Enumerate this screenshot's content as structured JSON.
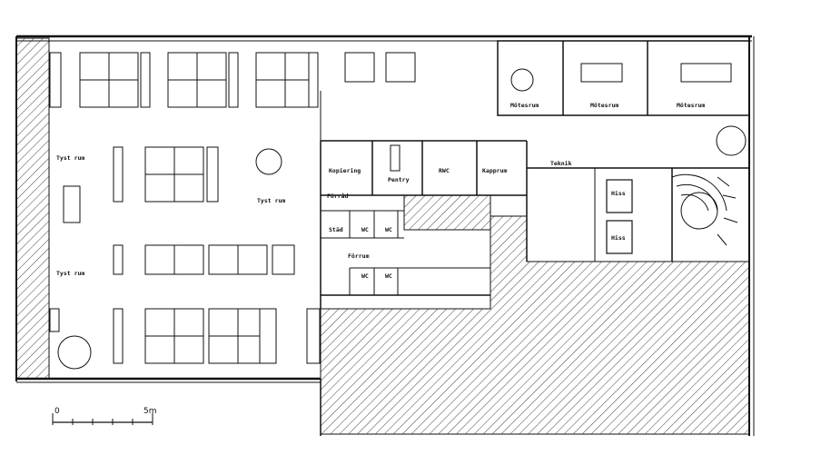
{
  "rooms": {
    "tyst_rum_1": "Tyst rum",
    "tyst_rum_2": "Tyst rum",
    "tyst_rum_3": "Tyst rum",
    "motesrum_1": "Mötesrum",
    "motesrum_2": "Mötesrum",
    "motesrum_3": "Mötesrum",
    "kopiering": "Kopiering",
    "pentry": "Pentry",
    "forrad": "Förråd",
    "rwc": "RWC",
    "kapprum": "Kapprum",
    "teknik": "Teknik",
    "stad": "Städ",
    "wc_1": "WC",
    "wc_2": "WC",
    "wc_3": "WC",
    "wc_4": "WC",
    "forrum": "Förrum",
    "hiss_1": "Hiss",
    "hiss_2": "Hiss"
  },
  "scale": {
    "start": "0",
    "end": "5m"
  },
  "colors": {
    "line": "#111111",
    "paper": "#ffffff"
  }
}
